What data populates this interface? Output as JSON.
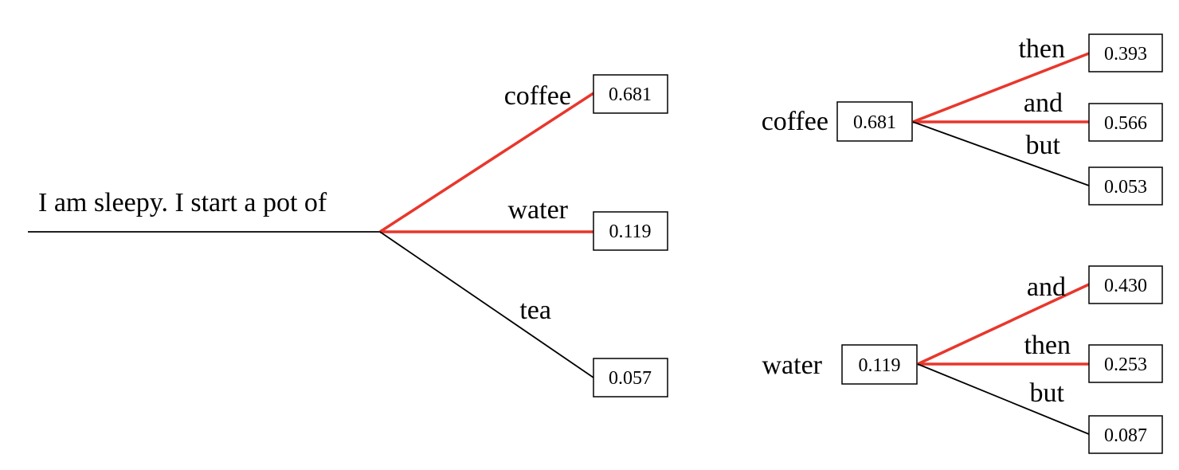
{
  "colors": {
    "selected_edge": "#e8372c",
    "edge": "#000000",
    "box_border": "#000000"
  },
  "left_tree": {
    "prompt": "I am sleepy. I start a pot of",
    "branches": [
      {
        "word": "coffee",
        "prob": "0.681",
        "selected": true
      },
      {
        "word": "water",
        "prob": "0.119",
        "selected": true
      },
      {
        "word": "tea",
        "prob": "0.057",
        "selected": false
      }
    ]
  },
  "right_trees": [
    {
      "root_word": "coffee",
      "root_prob": "0.681",
      "branches": [
        {
          "word": "then",
          "prob": "0.393",
          "selected": true
        },
        {
          "word": "and",
          "prob": "0.566",
          "selected": true
        },
        {
          "word": "but",
          "prob": "0.053",
          "selected": false
        }
      ]
    },
    {
      "root_word": "water",
      "root_prob": "0.119",
      "branches": [
        {
          "word": "and",
          "prob": "0.430",
          "selected": true
        },
        {
          "word": "then",
          "prob": "0.253",
          "selected": true
        },
        {
          "word": "but",
          "prob": "0.087",
          "selected": false
        }
      ]
    }
  ]
}
